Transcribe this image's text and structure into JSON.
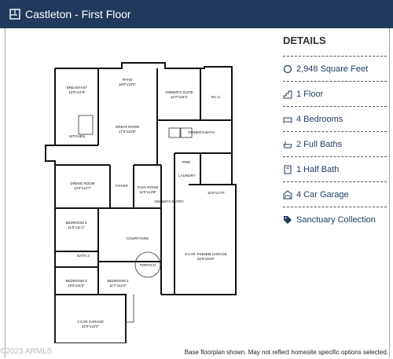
{
  "header": {
    "title": "Castleton - First Floor",
    "icon": "floorplan-icon",
    "background": "#1f3a5c"
  },
  "details": {
    "heading": "DETAILS",
    "items": [
      {
        "icon": "area-icon",
        "label": "2,948 Square Feet"
      },
      {
        "icon": "stairs-icon",
        "label": "1 Floor"
      },
      {
        "icon": "bed-icon",
        "label": "4 Bedrooms"
      },
      {
        "icon": "bath-icon",
        "label": "2 Full Baths"
      },
      {
        "icon": "half-bath-icon",
        "label": "1 Half Bath"
      },
      {
        "icon": "garage-icon",
        "label": "4 Car Garage"
      },
      {
        "icon": "tag-icon",
        "label": "Sanctuary Collection"
      }
    ]
  },
  "plan": {
    "rooms": {
      "patio": "PATIO",
      "patio_dim": "18'0\"x10'0\"",
      "breakfast": "BREAKFAST",
      "breakfast_dim": "13'0\"x11'9\"",
      "owners_suite": "OWNER'S SUITE",
      "owners_suite_dim": "14'7\"x16'1\"",
      "wic": "W.I.C.",
      "great_room": "GREAT ROOM",
      "great_room_dim": "17'0\"x22'8\"",
      "kitchen": "KITCHEN",
      "owners_bath": "OWNER'S BATH",
      "pwd": "PWD",
      "dining_room": "DINING ROOM",
      "dining_room_dim": "13'0\"x12'7\"",
      "foyer": "FOYER",
      "flex_room": "FLEX ROOM",
      "flex_room_dim": "11'0\"x13'8\"",
      "laundry": "LAUNDRY",
      "owners_entry": "OWNER'S ENTRY",
      "garage_dim": "10'0\"x17'0\"",
      "bedroom4": "BEDROOM 4",
      "bedroom4_dim": "11'0\"x11'1\"",
      "courtyard": "COURTYARD",
      "tandem_garage": "3-CAR TANDEM GARAGE",
      "tandem_garage_dim": "20'0\"x34'8\"",
      "bath2": "BATH 2",
      "portico": "PORTICO",
      "bedroom3": "BEDROOM 3",
      "bedroom3_dim": "10'0\"x11'0\"",
      "bedroom2": "BEDROOM 2",
      "bedroom2_dim": "11'7\"x12'4\"",
      "one_car_garage": "1-CAR GARAGE",
      "one_car_garage_dim": "22'0\"x12'0\""
    }
  },
  "footer": {
    "copyright": "©2023 ARMLS",
    "note": "Base floorplan shown. May not reflect homesite specific options selected."
  }
}
